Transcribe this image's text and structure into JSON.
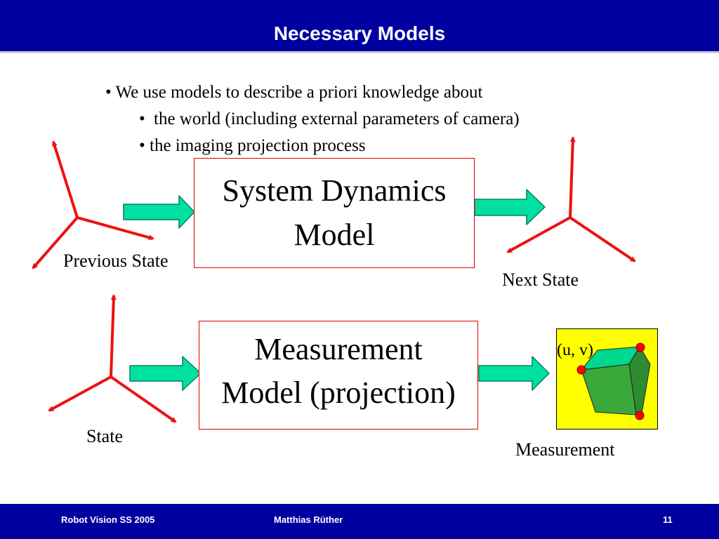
{
  "slide": {
    "title": "Necessary Models",
    "bullets": [
      "We use models to describe a priori knowledge about",
      "the world (including external parameters of camera)",
      "the imaging projection process"
    ],
    "bullet_glyph": "•"
  },
  "diagram": {
    "system_box": {
      "line1": "System Dynamics",
      "line2": "Model"
    },
    "measurement_box": {
      "line1": "Measurement",
      "line2": "Model (projection)"
    },
    "labels": {
      "previous_state": "Previous State",
      "next_state": "Next State",
      "state": "State",
      "measurement": "Measurement",
      "uv": "(u, v)"
    },
    "colors": {
      "axis": "#ee1111",
      "arrow_fill": "#00e0a0",
      "arrow_stroke": "#008060",
      "box_border": "#e00000",
      "panel_bg": "#ffff00",
      "cube_front": "#3aa83a",
      "cube_top": "#00d890",
      "cube_side": "#2e8b2e",
      "corner_dot": "#ff0000"
    }
  },
  "footer": {
    "course": "Robot Vision SS 2005",
    "author": "Matthias Rüther",
    "page": "11"
  },
  "theme": {
    "bar_color": "#0000a0"
  }
}
